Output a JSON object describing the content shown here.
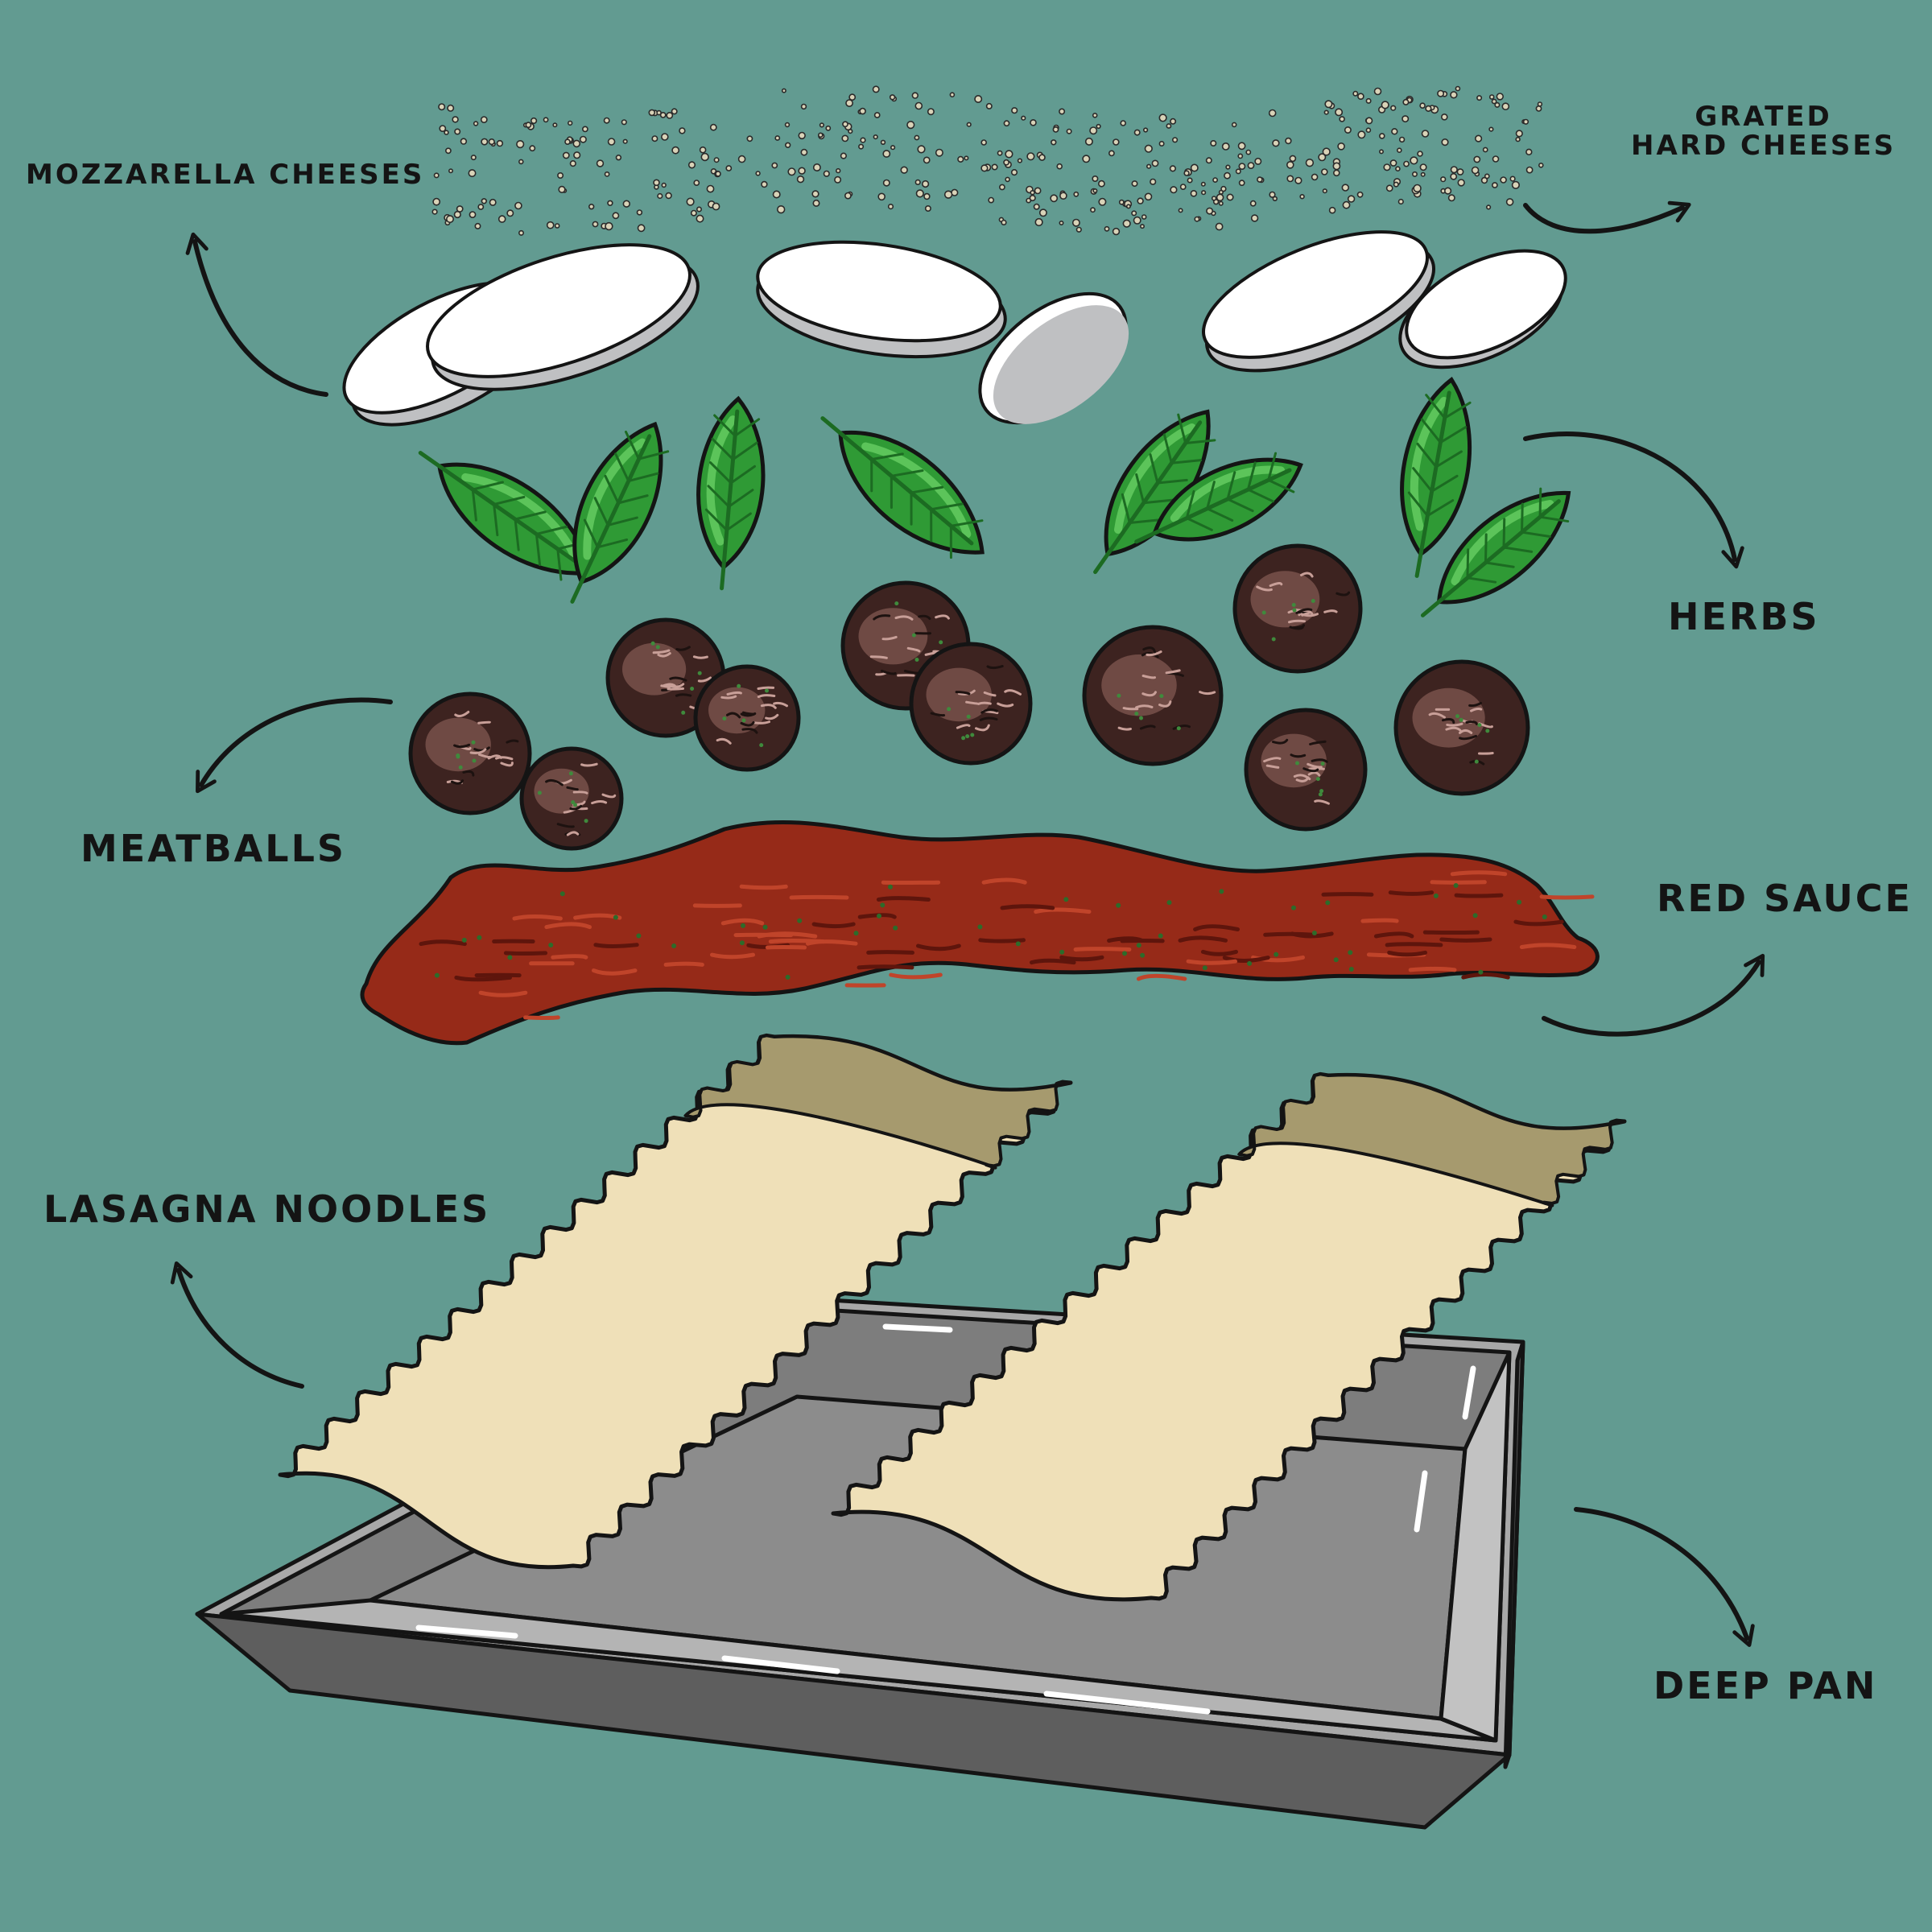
{
  "labels": {
    "mozzarella": "MOZZARELLA CHEESES",
    "grated_line1": "GRATED",
    "grated_line2": "HARD CHEESES",
    "herbs": "HERBS",
    "meatballs": "MEATBALLS",
    "red_sauce": "RED SAUCE",
    "lasagna_noodles": "LASAGNA NOODLES",
    "deep_pan": "DEEP PAN"
  },
  "colors": {
    "background": "#629b91",
    "ink": "#141414",
    "cheese_white": "#ffffff",
    "cheese_shadow": "#bfc0c2",
    "basil": "#2f9a35",
    "basil_dark": "#1c6b22",
    "meatball": "#3d2320",
    "sauce": "#962a18",
    "noodle": "#efe0b8",
    "noodle_shade": "#a69a6e",
    "pan": "#9e9e9e",
    "pan_dark": "#5e5e5e"
  },
  "icons": [
    "arrow-icon"
  ]
}
